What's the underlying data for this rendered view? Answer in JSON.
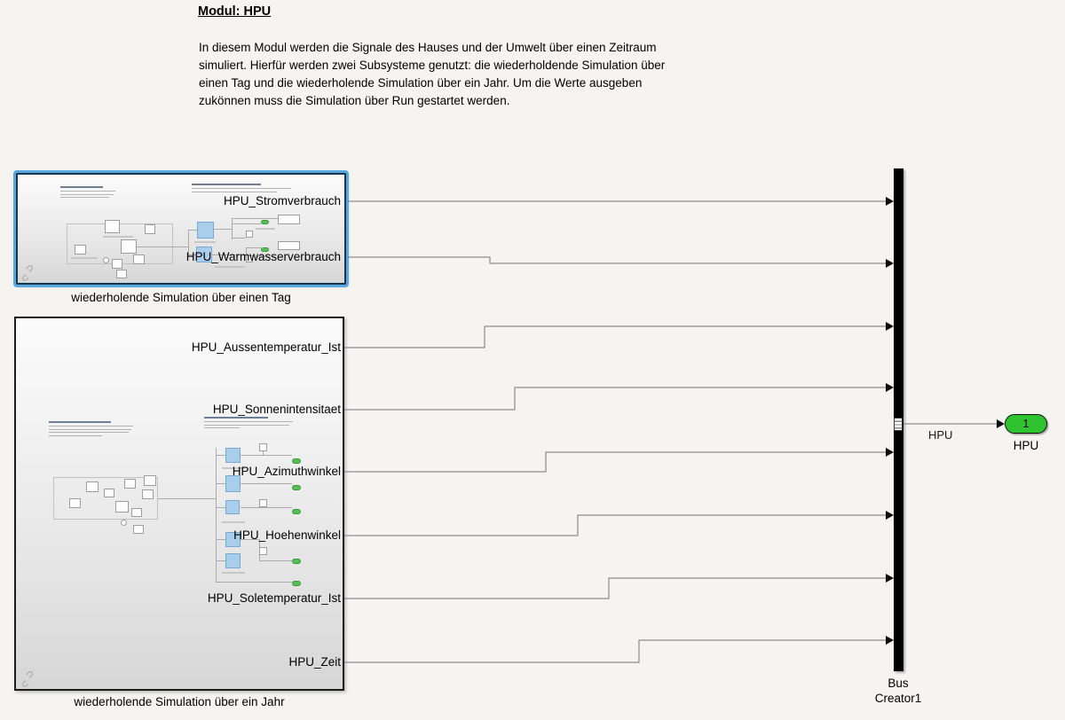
{
  "header": {
    "title": "Modul: HPU",
    "description_lines": [
      "In diesem Modul werden die Signale des Hauses und der Umwelt über einen Zeitraum",
      "simuliert. Hierfür werden zwei Subsysteme genutzt: die wiederholdende Simulation über",
      "einen Tag und die wiederholende Simulation über ein Jahr. Um die Werte ausgeben",
      "zukönnen muss die Simulation über Run gestartet werden."
    ]
  },
  "subsystems": [
    {
      "label": "wiederholende Simulation über einen Tag",
      "selected": true,
      "ports": [
        "HPU_Stromverbrauch",
        "HPU_Warmwasserverbrauch"
      ]
    },
    {
      "label": "wiederholende Simulation über ein Jahr",
      "selected": false,
      "ports": [
        "HPU_Aussentemperatur_Ist",
        "HPU_Sonnenintensitaet",
        "HPU_Azimuthwinkel",
        "HPU_Hoehenwinkel",
        "HPU_Soletemperatur_Ist",
        "HPU_Zeit"
      ]
    }
  ],
  "bus_creator": {
    "name_lines": [
      "Bus",
      "Creator1"
    ]
  },
  "output": {
    "wire_label": "HPU",
    "port_number": "1",
    "port_label": "HPU"
  },
  "colors": {
    "canvas_bg": "#F5F4F1",
    "selection_blue": "#58A7DF",
    "selection_border": "#16354F",
    "outport_green": "#2FC42F",
    "lookup_blue": "#A9CEEC",
    "mini_outport_green": "#56BE56",
    "wire_gray": "#757575"
  }
}
